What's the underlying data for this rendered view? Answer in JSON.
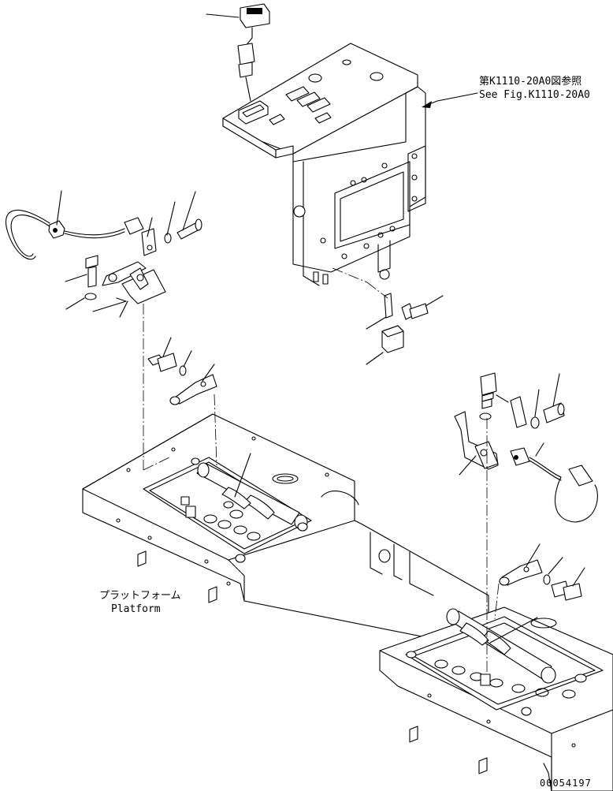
{
  "labels": {
    "ref_jp": "第K1110-20A0図参照",
    "ref_en": "See Fig.K1110-20A0",
    "platform_jp": "プラットフォーム",
    "platform_en": "Platform",
    "drawing_no": "00054197"
  },
  "colors": {
    "line": "#000000",
    "background": "#ffffff"
  }
}
